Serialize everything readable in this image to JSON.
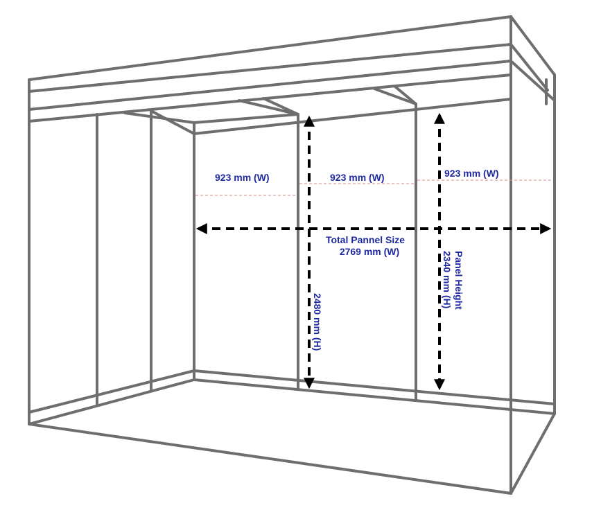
{
  "labels": {
    "panel_width_1": "923 mm (W)",
    "panel_width_2": "923 mm (W)",
    "panel_width_3": "923 mm (W)",
    "total_title": "Total Pannel Size",
    "total_value": "2769 mm (W)",
    "height_left": "2480 mm (H)",
    "height_title": "Panel Height",
    "height_value": "2340 mm (H)"
  },
  "colors": {
    "frame": "#6e6e6e",
    "label": "#1f2aa0",
    "dimension": "#000000"
  }
}
